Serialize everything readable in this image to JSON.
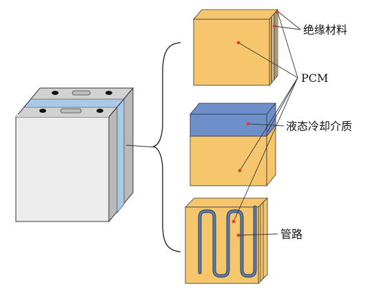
{
  "labels": {
    "insulation": "绝缘材料",
    "pcm": "PCM",
    "coolant": "液态冷却介质",
    "pipe": "管路"
  },
  "colors": {
    "pcm": "#f6c66c",
    "coolant": "#6f8fcb",
    "pipe": "#5b7aa8",
    "cell_face": "#ececec",
    "cell_side": "#b9b9b9",
    "cell_top": "#d2d2d2",
    "cell_stripe": "#a9c9e8",
    "marker": "#e23a3a",
    "line": "#333333"
  }
}
